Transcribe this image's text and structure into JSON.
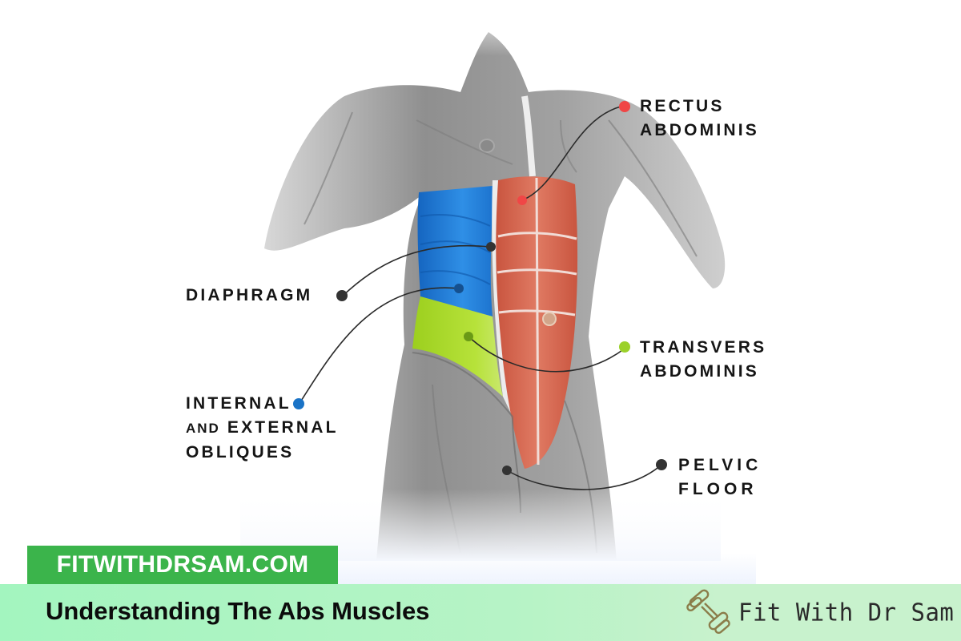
{
  "diagram": {
    "title": "Understanding The Abs Muscles",
    "site_badge": "FITWITHDRSAM.COM",
    "brand": {
      "name": "Fit With Dr Sam",
      "icon": "dumbbell-icon",
      "icon_color": "#8b7d4a"
    },
    "colors": {
      "badge_bg": "#3bb44b",
      "footer_bg": "#c8f2cd",
      "rectus": "#d9664f",
      "obliques": "#1f7bd6",
      "transversus": "#a6d72a",
      "body": "#9b9b9b"
    },
    "labels": [
      {
        "id": "rectus-abdominis",
        "lines": [
          "RECTUS",
          "ABDOMINIS"
        ],
        "dot_color": "#f04646",
        "side": "right"
      },
      {
        "id": "diaphragm",
        "lines": [
          "DIAPHRAGM"
        ],
        "dot_color": "#333333",
        "side": "left"
      },
      {
        "id": "transversus-abdominis",
        "lines": [
          "TRANSVERS",
          "ABDOMINIS"
        ],
        "dot_color": "#9bd12a",
        "side": "right"
      },
      {
        "id": "obliques",
        "lines": [
          "INTERNAL",
          "AND",
          "EXTERNAL",
          "OBLIQUES"
        ],
        "dot_color": "#1a73c6",
        "side": "left"
      },
      {
        "id": "pelvic-floor",
        "lines": [
          "PELVIC",
          "FLOOR"
        ],
        "dot_color": "#333333",
        "side": "right"
      }
    ]
  }
}
